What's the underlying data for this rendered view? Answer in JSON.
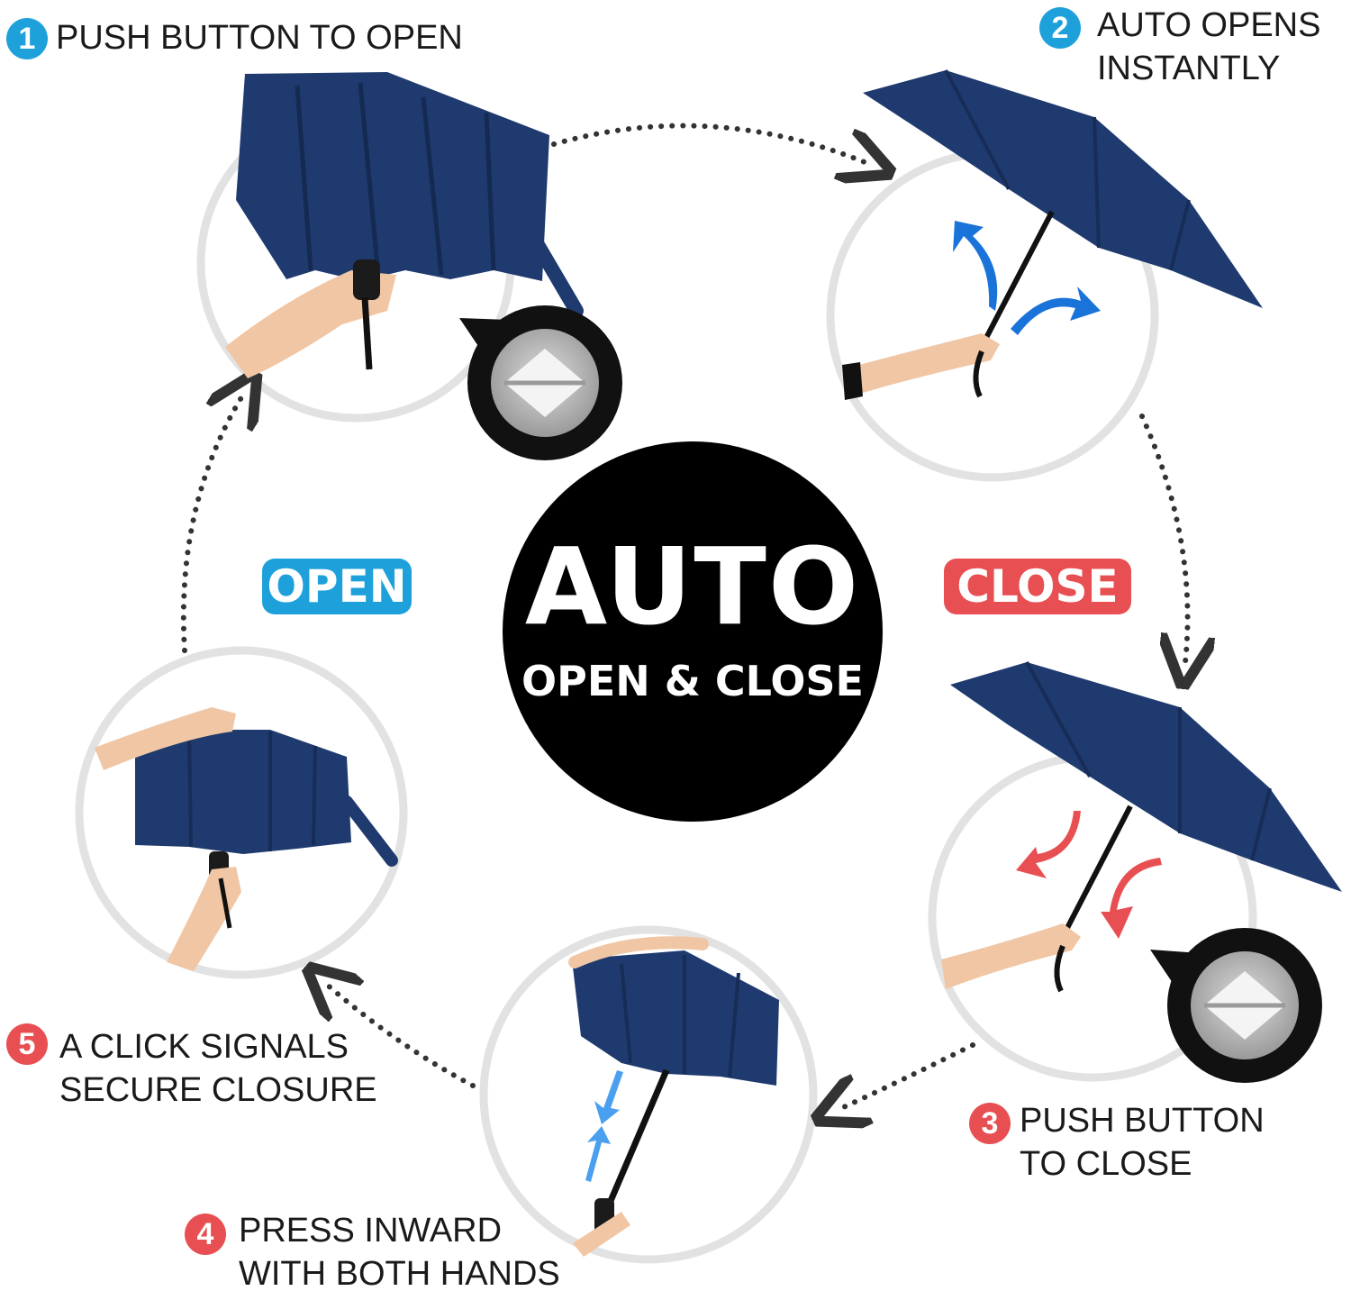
{
  "center": {
    "title": "AUTO",
    "subtitle": "OPEN & CLOSE"
  },
  "labels": {
    "open": {
      "text": "OPEN",
      "color": "#1ea1da"
    },
    "close": {
      "text": "CLOSE",
      "color": "#e84f52"
    }
  },
  "steps": [
    {
      "number": "1",
      "line1": "PUSH BUTTON  TO OPEN",
      "line2": "",
      "badge_color": "#1ea1da"
    },
    {
      "number": "2",
      "line1": "AUTO OPENS",
      "line2": "INSTANTLY",
      "badge_color": "#1ea1da"
    },
    {
      "number": "3",
      "line1": "PUSH BUTTON",
      "line2": "TO CLOSE",
      "badge_color": "#e84f52"
    },
    {
      "number": "4",
      "line1": "PRESS INWARD",
      "line2": "WITH BOTH HANDS",
      "badge_color": "#e84f52"
    },
    {
      "number": "5",
      "line1": "A CLICK SIGNALS",
      "line2": "SECURE CLOSURE",
      "badge_color": "#e84f52"
    }
  ],
  "colors": {
    "umbrella": "#1f3a6e",
    "umbrella_dark": "#172d57",
    "ring": "#e2e2e2",
    "skin": "#f1c6a4",
    "dots": "#333333",
    "button_black": "#111111",
    "button_silver": "#bcbcbc"
  },
  "icons": [
    "push-button-icon",
    "blue-swoosh-arrow-icon",
    "red-swoosh-arrow-icon",
    "compress-arrows-icon",
    "dotted-cycle-arrow-icon"
  ]
}
